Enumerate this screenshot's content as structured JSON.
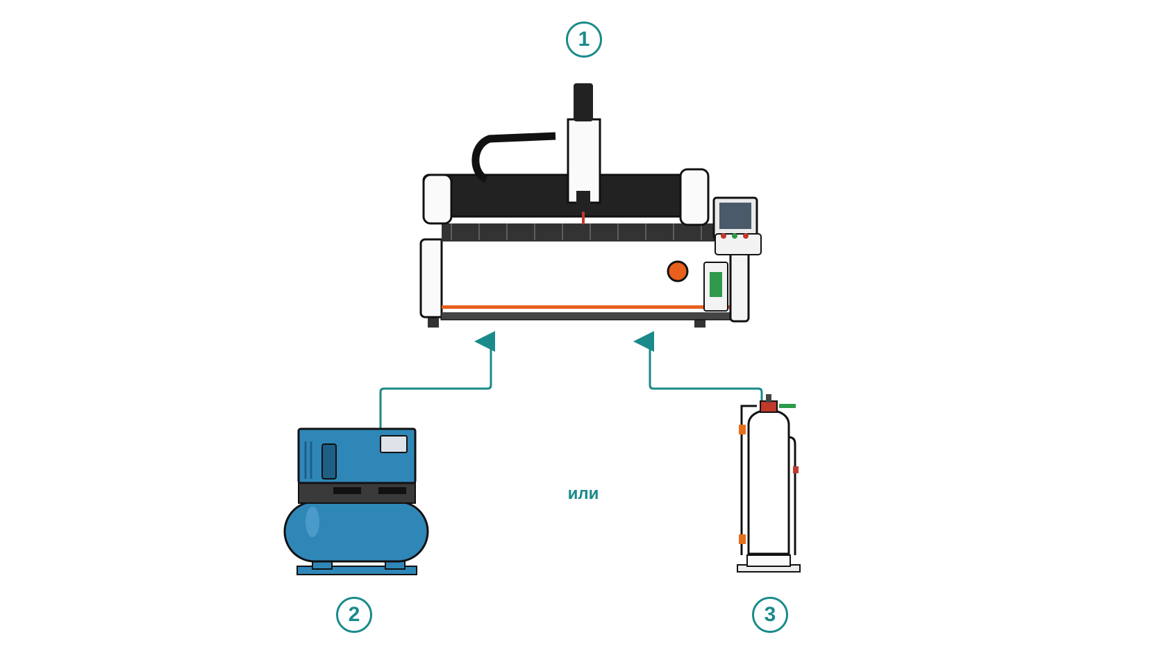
{
  "diagram": {
    "badges": {
      "laser_machine": "1",
      "compressor": "2",
      "gas_cylinder": "3"
    },
    "or_label": "или",
    "colors": {
      "accent": "#1a8a8a",
      "compressor_blue": "#2f87b8",
      "machine_orange": "#e8601c"
    },
    "icons": {
      "laser_machine": "laser-cutting-machine-icon",
      "compressor": "air-compressor-icon",
      "gas_cylinder": "gas-cylinder-icon"
    }
  }
}
